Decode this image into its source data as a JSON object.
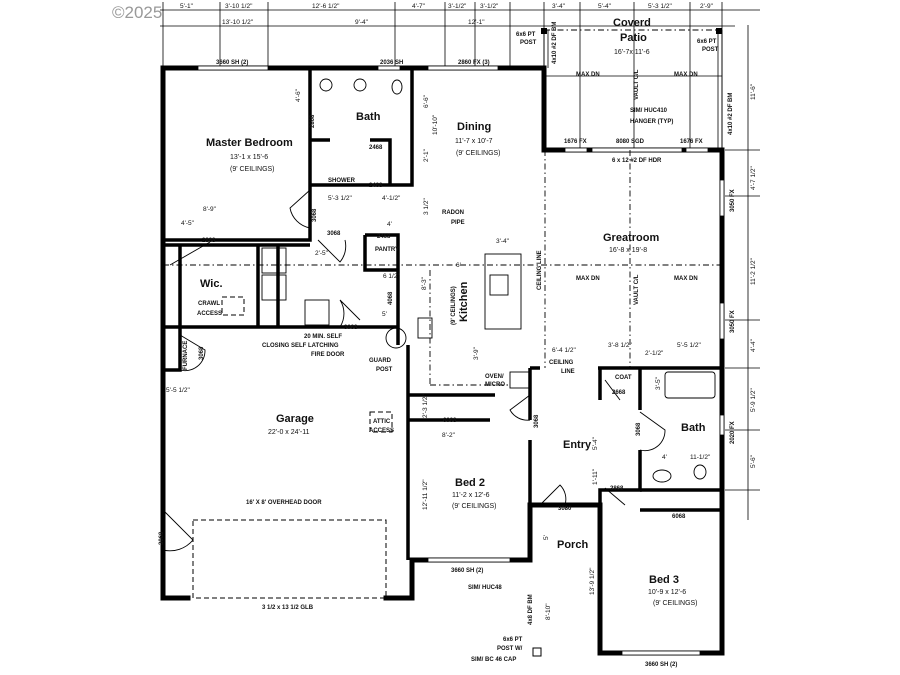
{
  "watermark": "©2025",
  "top_dimensions_row1": [
    "5'-1\"",
    "3'-10 1/2\"",
    "12'-6 1/2\"",
    "4'-7\"",
    "3'-1/2\"",
    "3'-1/2\"",
    "3'-4\"",
    "5'-4\"",
    "5'-3 1/2\"",
    "2'-9\""
  ],
  "top_dimensions_row2": [
    "13'-10 1/2\"",
    "9'-4\"",
    "12'-1\""
  ],
  "right_dimensions": [
    "11'-6\"",
    "4'-7 1/2\"",
    "11'-2 1/2\"",
    "4'-4\"",
    "5'-9 1/2\"",
    "5'-6\""
  ],
  "rooms": {
    "master": {
      "name": "Master Bedroom",
      "size": "13'-1 x 15'-6",
      "ceiling": "(9' CEILINGS)"
    },
    "bath1": {
      "name": "Bath"
    },
    "dining": {
      "name": "Dining",
      "size": "11'-7 x 10'-7",
      "ceiling": "(9' CEILINGS)"
    },
    "patio": {
      "name1": "Coverd",
      "name2": "Patio",
      "size": "16'-7x 11'-6"
    },
    "greatroom": {
      "name": "Greatroom",
      "size": "16'-8 x 19'-8"
    },
    "wic": {
      "name": "Wic."
    },
    "kitchen": {
      "name": "Kitchen",
      "ceiling": "(9' CEILINGS)"
    },
    "garage": {
      "name": "Garage",
      "size": "22'-0 x 24'-11"
    },
    "bed2": {
      "name": "Bed 2",
      "size": "11'-2 x 12'-6",
      "ceiling": "(9' CEILINGS)"
    },
    "entry": {
      "name": "Entry"
    },
    "bath2": {
      "name": "Bath"
    },
    "porch": {
      "name": "Porch"
    },
    "bed3": {
      "name": "Bed 3",
      "size": "10'-9 x 12'-6",
      "ceiling": "(9' CEILINGS)"
    }
  },
  "notes": {
    "window_master": "3660 SH   (2)",
    "window_bath": "2036 SH",
    "window_dining": "2860 FX   (3)",
    "post_left_1": "6x6 PT",
    "post_left_2": "POST",
    "post_right_1": "6x6 PT",
    "post_right_2": "POST",
    "beam_left": "4x10 #2 DF BM",
    "beam_right": "4x10 #2 DF BM",
    "max_dn": "MAX DN",
    "vault": "VAULT C/L",
    "hanger_1": "SIM/ HUC410",
    "hanger_2": "HANGER (TYP)",
    "fx_1676": "1676 FX",
    "sgd": "8080 SGD",
    "header": "6 x 12 #2 DF HDR",
    "fx_3050": "3050 FX",
    "fx_2020": "2020 FX",
    "shower": "SHOWER",
    "door_2468": "2468",
    "door_2868": "2868",
    "door_3068": "3068",
    "door_4068": "4068",
    "door_2668": "2668",
    "door_3080": "3080",
    "door_6068": "6068",
    "pantry": "PANTRY",
    "radon_1": "RADON",
    "radon_2": "PIPE",
    "ceiling_line": "CEILING LINE",
    "ceiling_1": "CEILING",
    "ceiling_2": "LINE",
    "crawl_1": "CRAWL",
    "crawl_2": "ACCESS",
    "fire_1": "20 MIN. SELF",
    "fire_2": "CLOSING SELF LATCHING",
    "fire_3": "FIRE DOOR",
    "guard_1": "GUARD",
    "guard_2": "POST",
    "furnace": "FURNACE",
    "attic_1": "ATTIC",
    "attic_2": "ACCESS",
    "overhead": "16' X 8' OVERHEAD DOOR",
    "glb": "3 1/2 x 13 1/2 GLB",
    "coat": "COAT",
    "oven_1": "OVEN/",
    "oven_2": "MICRO",
    "window_bed2": "3660 SH     (2)",
    "window_bed3": "3660 SH     (2)",
    "huc48": "SIM/ HUC48",
    "porch_beam": "4x8 DF BM",
    "porch_post_1": "6x6 PT",
    "porch_post_2": "POST W/",
    "porch_post_3": "SIM/ BC 46 CAP"
  },
  "interior_dimensions": {
    "d4_6": "4'-6\"",
    "d6_6": "6'-6\"",
    "d10_10": "10'-10\"",
    "d2_1": "2'-1\"",
    "d5_3": "5'-3 1/2\"",
    "d4_1": "4'-1/2\"",
    "d3_1": "3 1/2\"",
    "d8_9": "8'-9\"",
    "d4_5": "4'-5\"",
    "d2_5": "2'-5\"",
    "d4": "4'",
    "d6_1": "6 1/2\"",
    "d6": "6'",
    "d8_3": "8'-3\"",
    "d5": "5'",
    "d3_4": "3'-4\"",
    "d3_9": "3'-9\"",
    "d5_5": "5'-5 1/2\"",
    "d6_4": "6'-4 1/2\"",
    "d3_8": "3'-8 1/2\"",
    "d2_1b": "2'-1/2\"",
    "d3_5": "3'-5\"",
    "d5_4": "5'-4\"",
    "d1_11": "1'-11\"",
    "d11_1": "11-1/2\"",
    "d4b": "4'",
    "d8_2": "8'-2\"",
    "d12_11": "12'-11 1/2\"",
    "d2_3": "2'-3 1/2\"",
    "d5b": "5'",
    "d8_10": "8'-10\"",
    "d13_9": "13'-9 1/2\"",
    "d5_5g": "5'-5 1/2\""
  }
}
